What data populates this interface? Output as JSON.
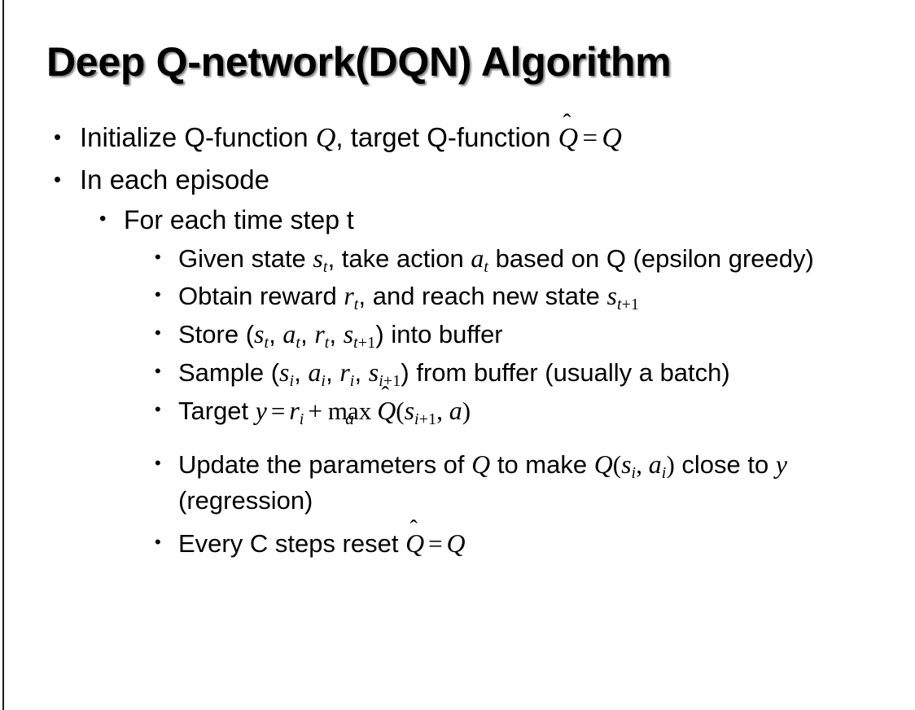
{
  "slide": {
    "title": "Deep Q-network(DQN) Algorithm",
    "background_color": "#ffffff",
    "text_color": "#000000",
    "accent_rule_color": "#1a1a1a",
    "bullet_glyph": "•"
  },
  "content": {
    "level1": [
      {
        "id": "initialize",
        "plain": "Initialize Q-function Q, target Q-function Q̂ = Q",
        "parts": {
          "t1": "Initialize Q-function ",
          "m1": "Q",
          "t2": ", target Q-function ",
          "m2": "Q̂",
          "m3": "=",
          "m4": "Q"
        }
      },
      {
        "id": "in-each-episode",
        "plain": "In each episode"
      }
    ],
    "level2": [
      {
        "id": "for-each-time-step",
        "plain": "For each time step t"
      }
    ],
    "level3": [
      {
        "id": "given-state",
        "plain": "Given state s_t, take action a_t based on Q (epsilon greedy)",
        "parts": {
          "t1": "Given state ",
          "m_s": "s",
          "m_s_sub": "t",
          "t2": ", take action ",
          "m_a": "a",
          "m_a_sub": "t",
          "t3": " based on Q (epsilon greedy)"
        }
      },
      {
        "id": "obtain-reward",
        "plain": "Obtain reward r_t, and reach new state s_{t+1}",
        "parts": {
          "t1": "Obtain reward ",
          "m_r": "r",
          "m_r_sub": "t",
          "t2": ", and reach new state ",
          "m_s": "s",
          "m_s_sub_t": "t",
          "m_s_sub_plus": "+1"
        }
      },
      {
        "id": "store-buffer",
        "plain": "Store (s_t, a_t, r_t, s_{t+1}) into buffer",
        "parts": {
          "t1": "Store (",
          "m_s": "s",
          "m_s_sub": "t",
          "c1": ", ",
          "m_a": "a",
          "m_a_sub": "t",
          "c2": ", ",
          "m_r": "r",
          "m_r_sub": "t",
          "c3": ", ",
          "m_s2": "s",
          "m_s2_sub_t": "t",
          "m_s2_sub_plus": "+1",
          "t2": ") into buffer"
        }
      },
      {
        "id": "sample-buffer",
        "plain": "Sample (s_i, a_i, r_i, s_{i+1}) from buffer (usually a batch)",
        "parts": {
          "t1": "Sample (",
          "m_s": "s",
          "m_s_sub": "i",
          "c1": ", ",
          "m_a": "a",
          "m_a_sub": "i",
          "c2": ", ",
          "m_r": "r",
          "m_r_sub": "i",
          "c3": ", ",
          "m_s2": "s",
          "m_s2_sub_i": "i",
          "m_s2_sub_plus": "+1",
          "t2": ") from buffer (usually a batch)"
        }
      },
      {
        "id": "target-y",
        "plain": "Target y = r_i + max_a Q̂(s_{i+1}, a)",
        "parts": {
          "t1": "Target ",
          "m_y": "y",
          "eq": "=",
          "m_r": "r",
          "m_r_sub": "i",
          "plus": "+",
          "max": "max",
          "max_lim": "a",
          "m_qhat": "Q",
          "hat": "ˆ",
          "open": "(",
          "m_s": "s",
          "m_s_sub_i": "i",
          "m_s_sub_plus": "+1",
          "comma": ", ",
          "m_a": "a",
          "close": ")"
        }
      },
      {
        "id": "update-parameters",
        "plain": "Update the parameters of Q to make Q(s_i, a_i) close to y (regression)",
        "parts": {
          "t1": "Update the parameters of ",
          "m_q1": "Q",
          "t2": " to make ",
          "m_q2": "Q",
          "open": "(",
          "m_s": "s",
          "m_s_sub": "i",
          "comma": ", ",
          "m_a": "a",
          "m_a_sub": "i",
          "close": ")",
          "t3": " close to ",
          "m_y": "y",
          "t4": " (regression)"
        }
      },
      {
        "id": "every-c-steps",
        "plain": "Every C steps reset Q̂ = Q",
        "parts": {
          "t1": "Every C steps reset ",
          "m_qhat": "Q",
          "hat": "ˆ",
          "eq": "=",
          "m_q": "Q"
        }
      }
    ]
  }
}
